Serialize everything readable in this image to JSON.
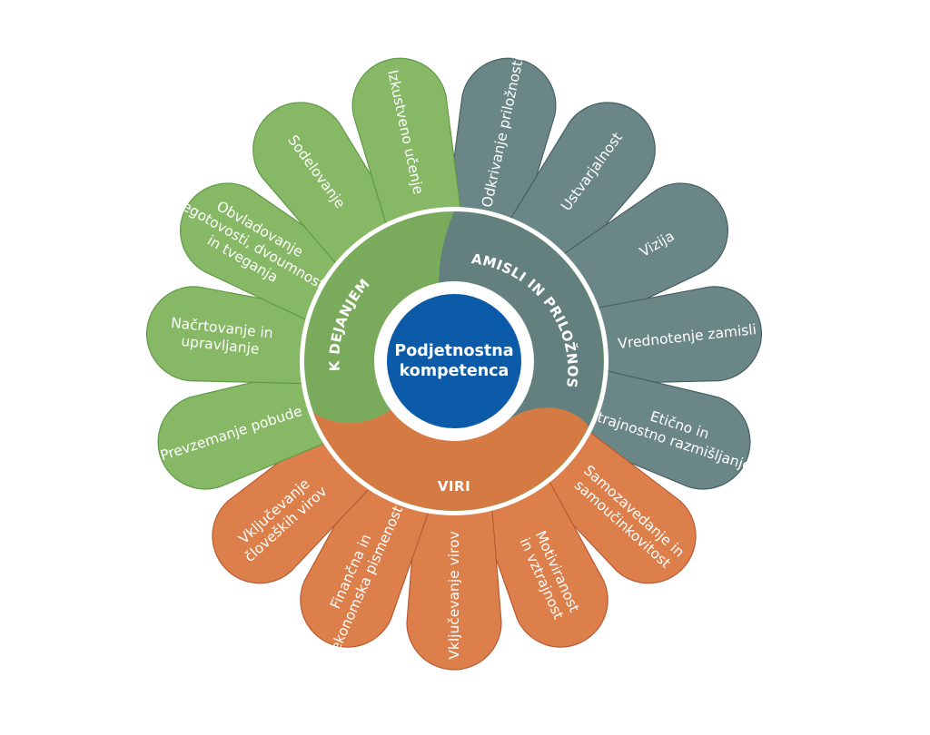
{
  "center": {
    "lines": [
      "Podjetnostna",
      "kompetenca"
    ]
  },
  "colors": {
    "green": "#87b866",
    "green_dark": "#5f9a46",
    "teal": "#6a8687",
    "teal_dark": "#46605f",
    "orange": "#dc7f4b",
    "orange_dark": "#b85a33",
    "ring_green": "#7aab5c",
    "ring_teal": "#63807f",
    "ring_orange": "#d67a44",
    "center": "#0c5ba8"
  },
  "areas": [
    {
      "id": "ideas",
      "label": "ZAMISLI IN PRILOŽNOSTI",
      "color": "teal"
    },
    {
      "id": "resources",
      "label": "VIRI",
      "color": "orange"
    },
    {
      "id": "action",
      "label": "K DEJANJEM",
      "color": "green"
    }
  ],
  "petals": [
    {
      "id": "odkrivanje",
      "color": "teal",
      "lines": [
        "Odkrivanje priložnosti"
      ]
    },
    {
      "id": "ustvarjalnost",
      "color": "teal",
      "lines": [
        "Ustvarjalnost"
      ]
    },
    {
      "id": "vizija",
      "color": "teal",
      "lines": [
        "Vizija"
      ]
    },
    {
      "id": "vrednotenje",
      "color": "teal",
      "lines": [
        "Vrednotenje zamisli"
      ]
    },
    {
      "id": "eticno",
      "color": "teal",
      "lines": [
        "Etično in",
        "trajnostno razmišljanje"
      ]
    },
    {
      "id": "samozavedanje",
      "color": "orange",
      "lines": [
        "Samozavedanje in",
        "samoučinkovitost"
      ]
    },
    {
      "id": "motiviranost",
      "color": "orange",
      "lines": [
        "Motiviranost",
        "in vztrajnost"
      ]
    },
    {
      "id": "vkljucevanje-virov",
      "color": "orange",
      "lines": [
        "Vključevanje virov"
      ]
    },
    {
      "id": "financna",
      "color": "orange",
      "lines": [
        "Finančna in",
        "ekonomska pismenost"
      ]
    },
    {
      "id": "cloveskih",
      "color": "orange",
      "lines": [
        "Vključevanje",
        "človeških virov"
      ]
    },
    {
      "id": "pobuda",
      "color": "green",
      "lines": [
        "Prevzemanje pobude"
      ]
    },
    {
      "id": "nacrtovanje",
      "color": "green",
      "lines": [
        "Načrtovanje in",
        "upravljanje"
      ]
    },
    {
      "id": "negotovost",
      "color": "green",
      "lines": [
        "Obvladovanje",
        "negotovosti, dvoumnosti",
        "in tveganja"
      ]
    },
    {
      "id": "sodelovanje",
      "color": "green",
      "lines": [
        "Sodelovanje"
      ]
    },
    {
      "id": "izkustveno",
      "color": "green",
      "lines": [
        "Izkustveno učenje"
      ]
    }
  ]
}
